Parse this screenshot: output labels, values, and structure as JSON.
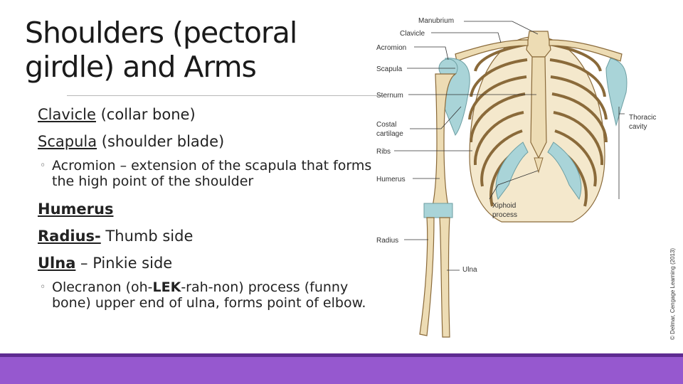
{
  "slide": {
    "title": "Shoulders (pectoral girdle) and Arms",
    "bullets": [
      {
        "term": "Clavicle",
        "term_bold": false,
        "rest": " (collar bone)"
      },
      {
        "term": "Scapula",
        "term_bold": false,
        "rest": " (shoulder blade)"
      },
      {
        "sub_text": "Acromion – extension of the scapula that forms the high point of the shoulder"
      },
      {
        "term": "Humerus",
        "term_bold": true,
        "rest": ""
      },
      {
        "term": "Radius-",
        "term_bold": true,
        "rest": " Thumb side"
      },
      {
        "term": "Ulna",
        "term_bold": true,
        "rest": " – Pinkie side"
      },
      {
        "sub_pre": "Olecranon (oh-",
        "sub_bold": "LEK",
        "sub_post": "-rah-non) process (funny bone) upper end of ulna, forms point of elbow."
      }
    ]
  },
  "figure": {
    "labels": {
      "manubrium": "Manubrium",
      "clavicle": "Clavicle",
      "acromion": "Acromion",
      "scapula": "Scapula",
      "sternum": "Sternum",
      "costal1": "Costal",
      "costal2": "cartilage",
      "ribs": "Ribs",
      "humerus": "Humerus",
      "xiphoid1": "Xiphoid",
      "xiphoid2": "process",
      "radius": "Radius",
      "ulna": "Ulna",
      "thoracic1": "Thoracic",
      "thoracic2": "cavity"
    },
    "credit": "© Delmar, Cengage Learning (2013)"
  },
  "colors": {
    "bone": "#eddcb4",
    "bone_outline": "#8a6a3a",
    "cartilage": "#a9d4d8",
    "footer_band": "#9658cf",
    "footer_edge": "#5e2b91"
  }
}
